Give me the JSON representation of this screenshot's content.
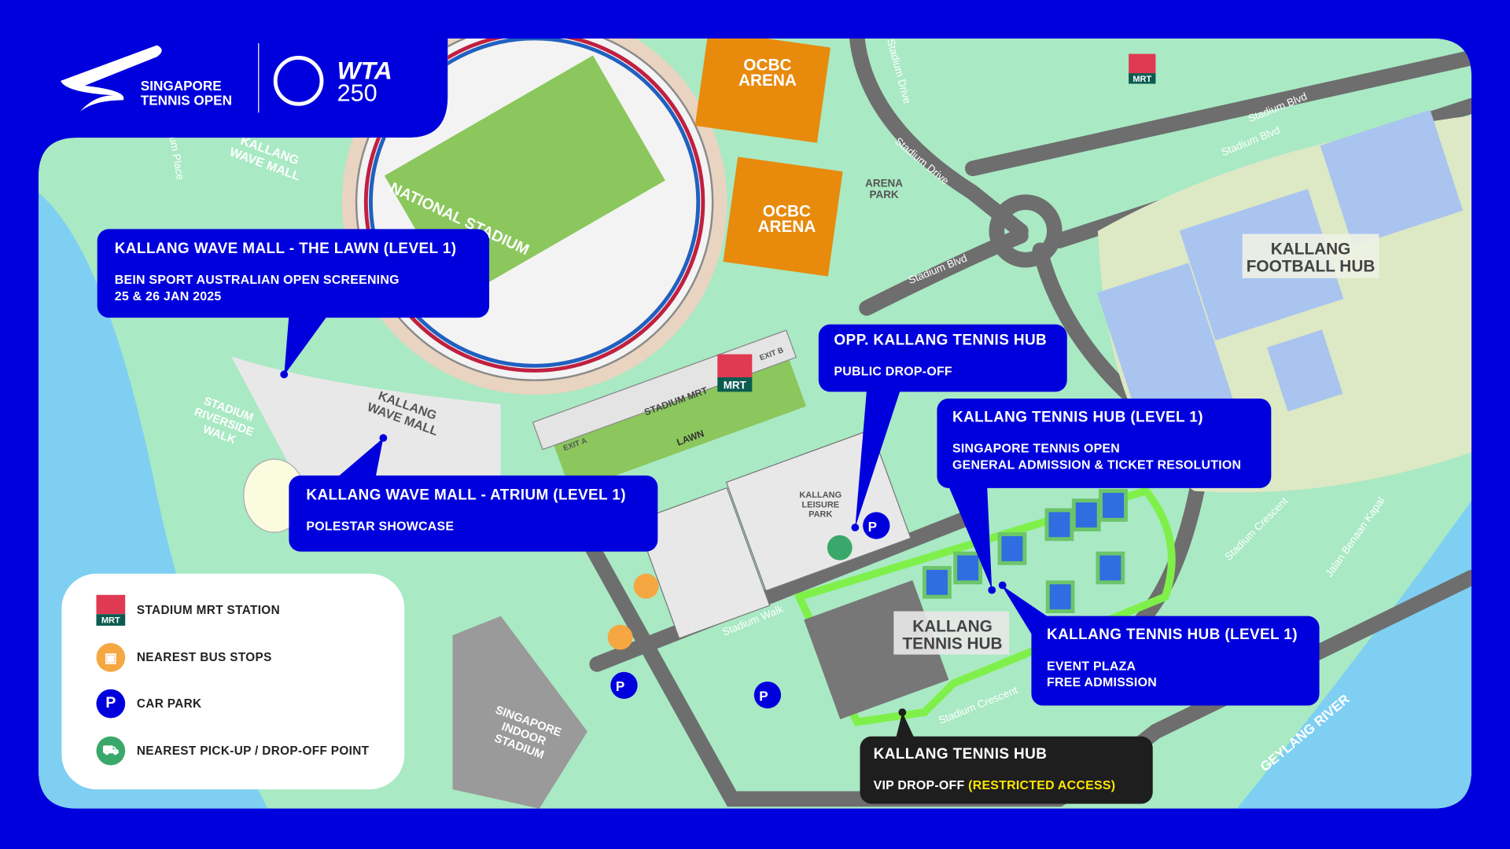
{
  "logo": {
    "brand_line1": "SINGAPORE",
    "brand_line2": "TENNIS OPEN",
    "wta": "WTA",
    "wta_tier": "250"
  },
  "callouts": {
    "lawn": {
      "title": "KALLANG WAVE MALL - THE LAWN (LEVEL 1)",
      "line1": "BEIN SPORT AUSTRALIAN OPEN SCREENING",
      "line2": "25 & 26 JAN 2025"
    },
    "atrium": {
      "title": "KALLANG WAVE MALL - ATRIUM (LEVEL 1)",
      "line1": "POLESTAR SHOWCASE"
    },
    "public_dropoff": {
      "title": "OPP. KALLANG TENNIS HUB",
      "line1": "PUBLIC DROP-OFF"
    },
    "general_admission": {
      "title": "KALLANG TENNIS HUB (LEVEL 1)",
      "line1": "SINGAPORE TENNIS OPEN",
      "line2": "GENERAL ADMISSION & TICKET RESOLUTION"
    },
    "event_plaza": {
      "title": "KALLANG TENNIS HUB (LEVEL 1)",
      "line1": "EVENT PLAZA",
      "line2": "FREE ADMISSION"
    },
    "vip": {
      "title": "KALLANG TENNIS HUB",
      "line1": "VIP DROP-OFF",
      "restricted": "(RESTRICTED ACCESS)"
    }
  },
  "legend": [
    {
      "icon": "mrt-icon",
      "icon_text": "MRT",
      "label": "STADIUM MRT STATION"
    },
    {
      "icon": "bus-icon",
      "label": "NEAREST BUS STOPS"
    },
    {
      "icon": "car-park-icon",
      "icon_text": "P",
      "label": "CAR PARK"
    },
    {
      "icon": "pickup-dropoff-icon",
      "label": "NEAREST PICK-UP / DROP-OFF POINT"
    }
  ],
  "map_labels": {
    "ocbc1": [
      "OCBC",
      "ARENA"
    ],
    "ocbc2": [
      "OCBC",
      "ARENA"
    ],
    "arena_park": [
      "ARENA",
      "PARK"
    ],
    "football_hub": [
      "KALLANG",
      "FOOTBALL HUB"
    ],
    "tennis_hub": [
      "KALLANG",
      "TENNIS HUB"
    ],
    "leisure_park": [
      "KALLANG",
      "LEISURE",
      "PARK"
    ],
    "wave_mall_top": [
      "KALLANG",
      "WAVE MALL"
    ],
    "wave_mall": [
      "KALLANG",
      "WAVE MALL"
    ],
    "national_stadium": "NATIONAL STADIUM",
    "riverside": [
      "STADIUM",
      "RIVERSIDE",
      "WALK"
    ],
    "indoor_stadium": [
      "SINGAPORE",
      "INDOOR",
      "STADIUM"
    ],
    "stadium_mrt": "STADIUM MRT",
    "lawn": "LAWN",
    "exit_a": "EXIT A",
    "exit_b": "EXIT B",
    "mrt": "MRT",
    "stadium_drive": "Stadium Drive",
    "stadium_blvd": "Stadium Blvd",
    "stadium_crescent": "Stadium Crescent",
    "stadium_walk": "Stadium Walk",
    "jalan_benaan_kapal": "Jalan Benaan Kapal",
    "geylang_river": "GEYLANG RIVER",
    "stadium_place": "um Place"
  },
  "colors": {
    "brand_blue": "#0000dc",
    "land": "#a9e9c4",
    "water": "#7fcff2",
    "road": "#6e6e6e",
    "ocbc": "#e88a0c",
    "mrt_red": "#e03a52",
    "mrt_green": "#0b5b50",
    "bus": "#f5a742",
    "pickup": "#3aa86a",
    "restricted": "#ffe600"
  }
}
